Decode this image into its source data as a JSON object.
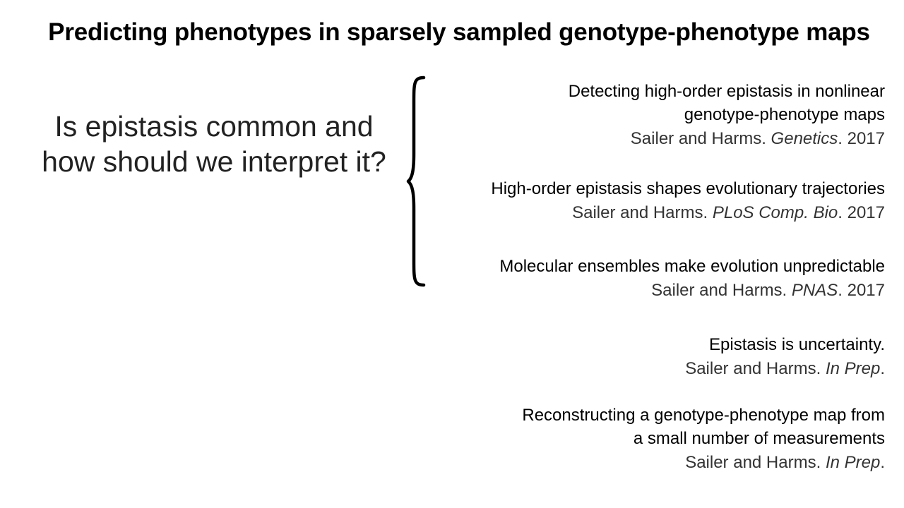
{
  "slide": {
    "title": "Predicting phenotypes in sparsely sampled genotype-phenotype maps",
    "question_lines": [
      "Is epistasis common and",
      "how should we interpret it?"
    ]
  },
  "publications": [
    {
      "title_lines": [
        "Detecting high-order epistasis in nonlinear",
        "genotype-phenotype maps"
      ],
      "authors": "Sailer and Harms.",
      "venue": "Genetics",
      "suffix": ". 2017"
    },
    {
      "title_lines": [
        "High-order epistasis shapes evolutionary trajectories"
      ],
      "authors": "Sailer and Harms.",
      "venue": "PLoS Comp. Bio",
      "suffix": ". 2017"
    },
    {
      "title_lines": [
        "Molecular ensembles make evolution unpredictable"
      ],
      "authors": "Sailer and Harms.",
      "venue": "PNAS",
      "suffix": ". 2017"
    },
    {
      "title_lines": [
        "Epistasis is uncertainty."
      ],
      "authors": "Sailer and Harms.",
      "venue": "In Prep",
      "suffix": "."
    },
    {
      "title_lines": [
        "Reconstructing a genotype-phenotype map from",
        "a small number of measurements"
      ],
      "authors": "Sailer and Harms.",
      "venue": "In Prep",
      "suffix": "."
    }
  ]
}
